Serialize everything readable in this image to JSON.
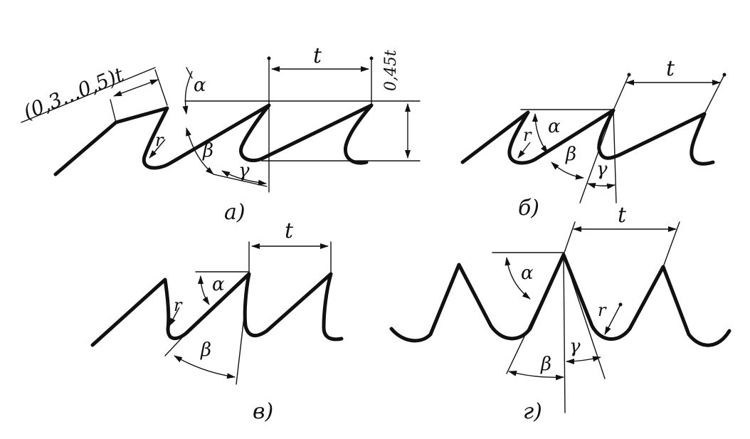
{
  "labels": {
    "pitch": "t",
    "gullet_depth": "(0,3...0,5)t",
    "height": "0,45t",
    "radius": "r",
    "alpha": "α",
    "beta": "β",
    "gamma": "γ"
  },
  "captions": {
    "a": "а)",
    "b": "б)",
    "v": "в)",
    "g": "г)"
  }
}
